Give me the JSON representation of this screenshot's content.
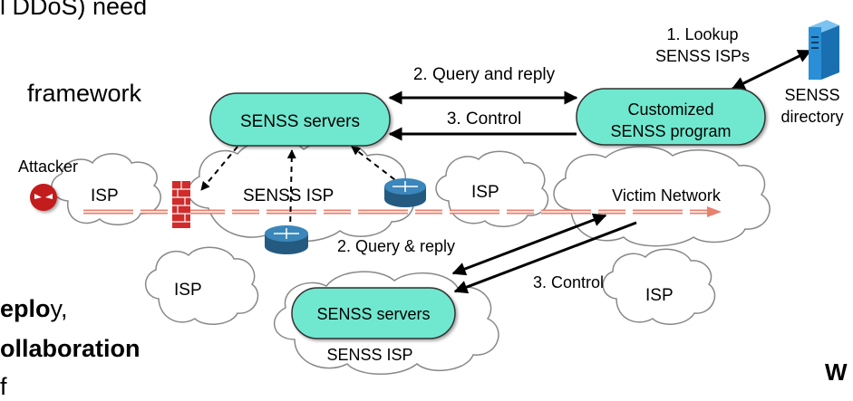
{
  "slide_text": {
    "line1": "l DDoS) need",
    "line2": "framework",
    "line3_bold": "eplo",
    "line3_rest": "y,",
    "line4": "ollaboration",
    "line5": "f",
    "corner": "W"
  },
  "diagram": {
    "senss_servers_top": "SENSS servers",
    "senss_servers_bottom": "SENSS servers",
    "customized_program_line1": "Customized",
    "customized_program_line2": "SENSS program",
    "directory_line1": "SENSS",
    "directory_line2": "directory",
    "lookup_line1": "1. Lookup",
    "lookup_line2": "SENSS ISPs",
    "query_reply_top": "2. Query and reply",
    "control_top": "3. Control",
    "query_reply_bottom": "2. Query & reply",
    "control_bottom": "3. Control",
    "attacker": "Attacker",
    "isp_left": "ISP",
    "senss_isp_mid": "SENSS ISP",
    "isp_mid_right": "ISP",
    "victim_network": "Victim Network",
    "isp_bottom_left": "ISP",
    "isp_bottom_right": "ISP",
    "senss_isp_bottom": "SENSS ISP"
  },
  "colors": {
    "server_fill": "#6fe8cf",
    "attack_path": "#e8806e",
    "router": "#2f6f9a",
    "firewall": "#d22b2b",
    "directory_server": "#2a8fd6",
    "attacker": "#c21b1b"
  }
}
